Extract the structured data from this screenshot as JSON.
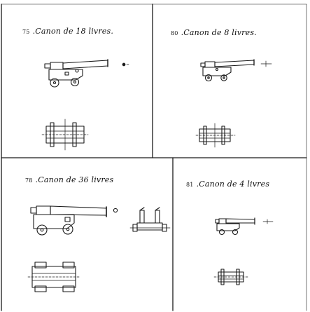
{
  "plates": [
    {
      "number": "75",
      "title": ".Canon de 18 livres."
    },
    {
      "number": "80",
      "title": ".Canon de 8 livres."
    },
    {
      "number": "78",
      "title": ".Canon de 36 livres"
    },
    {
      "number": "81",
      "title": ".Canon de 4 livres"
    }
  ],
  "colors": {
    "ink": "#1a1a1a",
    "paper": "#ffffff"
  }
}
